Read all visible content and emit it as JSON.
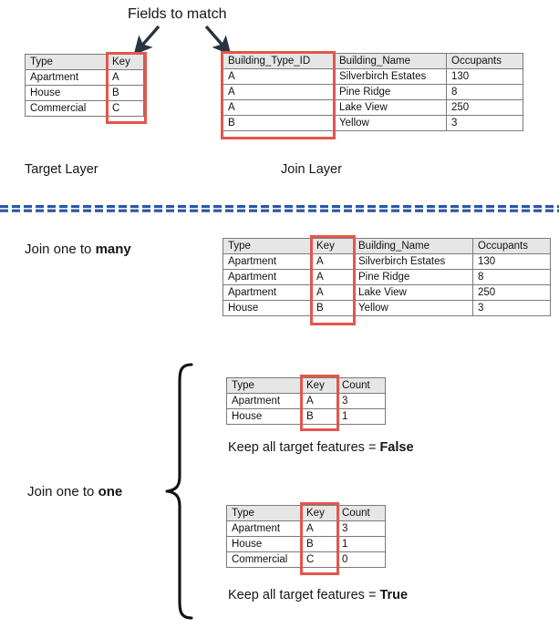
{
  "annotations": {
    "fields_to_match": "Fields to match",
    "target_layer": "Target Layer",
    "join_layer": "Join Layer",
    "join_one_to_many_prefix": "Join one to ",
    "join_one_to_many_emphasis": "many",
    "join_one_to_one_prefix": "Join one to ",
    "join_one_to_one_emphasis": "one",
    "keep_all_prefix": "Keep all target features = ",
    "keep_all_false": "False",
    "keep_all_true": "True"
  },
  "colors": {
    "highlight_red": "#e2564d",
    "divider_blue": "#2a56a8",
    "header_fill": "#e6e6e6",
    "grid_line": "#7a7a7a",
    "text": "#161616"
  },
  "tables": {
    "target_layer": {
      "headers": [
        "Type",
        "Key"
      ],
      "rows": [
        [
          "Apartment",
          "A"
        ],
        [
          "House",
          "B"
        ],
        [
          "Commercial",
          "C"
        ]
      ],
      "highlight_column": 1
    },
    "join_layer": {
      "headers": [
        "Building_Type_ID",
        "Building_Name",
        "Occupants"
      ],
      "rows": [
        [
          "A",
          "Silverbirch Estates",
          "130"
        ],
        [
          "A",
          "Pine Ridge",
          "8"
        ],
        [
          "A",
          "Lake View",
          "250"
        ],
        [
          "B",
          "Yellow",
          "3"
        ]
      ],
      "highlight_column": 0
    },
    "one_to_many_result": {
      "headers": [
        "Type",
        "Key",
        "Building_Name",
        "Occupants"
      ],
      "rows": [
        [
          "Apartment",
          "A",
          "Silverbirch Estates",
          "130"
        ],
        [
          "Apartment",
          "A",
          "Pine Ridge",
          "8"
        ],
        [
          "Apartment",
          "A",
          "Lake View",
          "250"
        ],
        [
          "House",
          "B",
          "Yellow",
          "3"
        ]
      ],
      "highlight_column": 1
    },
    "one_to_one_false": {
      "headers": [
        "Type",
        "Key",
        "Count"
      ],
      "rows": [
        [
          "Apartment",
          "A",
          "3"
        ],
        [
          "House",
          "B",
          "1"
        ]
      ],
      "highlight_column": 1
    },
    "one_to_one_true": {
      "headers": [
        "Type",
        "Key",
        "Count"
      ],
      "rows": [
        [
          "Apartment",
          "A",
          "3"
        ],
        [
          "House",
          "B",
          "1"
        ],
        [
          "Commercial",
          "C",
          "0"
        ]
      ],
      "highlight_column": 1
    }
  },
  "icons": {
    "arrow_left": "arrow-down-left-icon",
    "arrow_right": "arrow-down-right-icon",
    "brace": "curly-brace-icon",
    "divider": "dashed-divider-icon"
  }
}
